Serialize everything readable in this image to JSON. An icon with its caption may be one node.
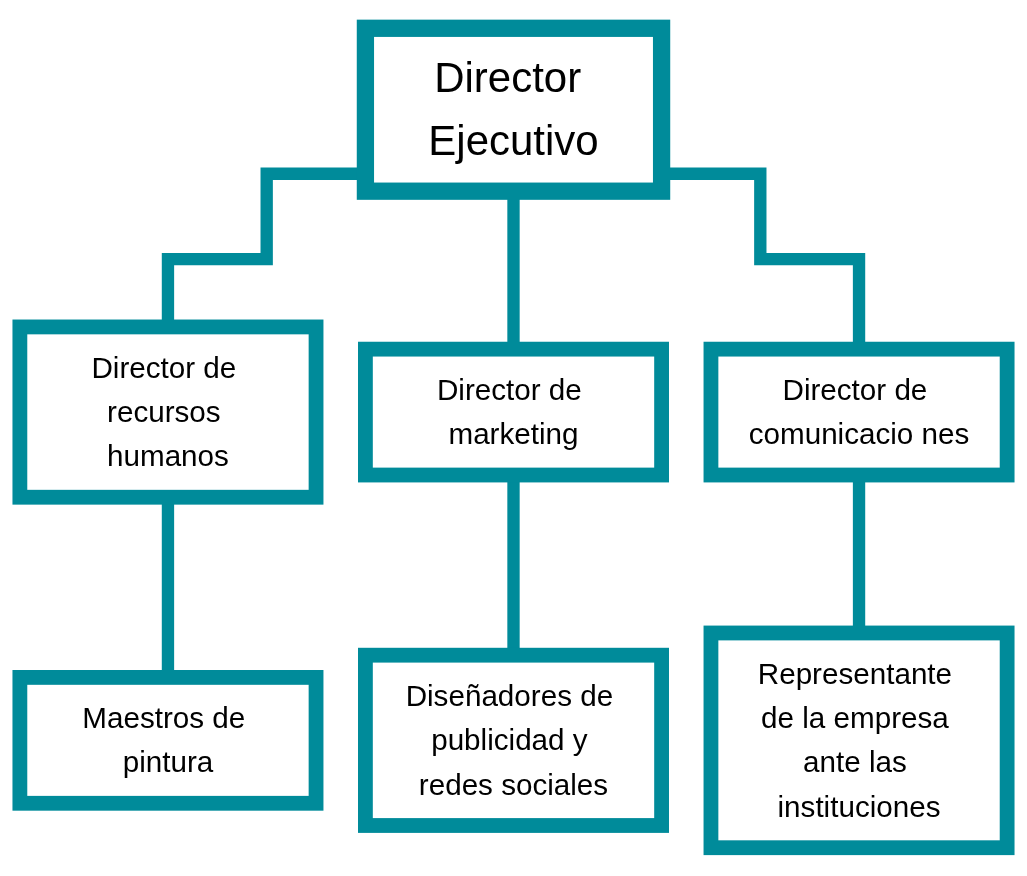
{
  "diagram": {
    "nodes": [
      {
        "text": [
          "Director Ejecutivo"
        ]
      },
      {
        "text": [
          "Director de recursos humanos"
        ]
      },
      {
        "text": [
          "Director de marketing"
        ]
      },
      {
        "text": [
          "Director de comunicacio nes"
        ]
      },
      {
        "text": [
          "Maestros de pintura"
        ]
      },
      {
        "text": [
          "Diseñadores de publicidad y redes sociales"
        ]
      },
      {
        "text": [
          "Representante de la empresa ante las instituciones"
        ]
      }
    ],
    "edges": [
      {
        "from": 0,
        "to": 1,
        "arrow": "none"
      },
      {
        "from": 0,
        "to": 2,
        "arrow": "none"
      },
      {
        "from": 0,
        "to": 3,
        "arrow": "none"
      },
      {
        "from": 1,
        "to": 4,
        "arrow": "none"
      },
      {
        "from": 2,
        "to": 5,
        "arrow": "none"
      },
      {
        "from": 3,
        "to": 6,
        "arrow": "none"
      }
    ]
  }
}
